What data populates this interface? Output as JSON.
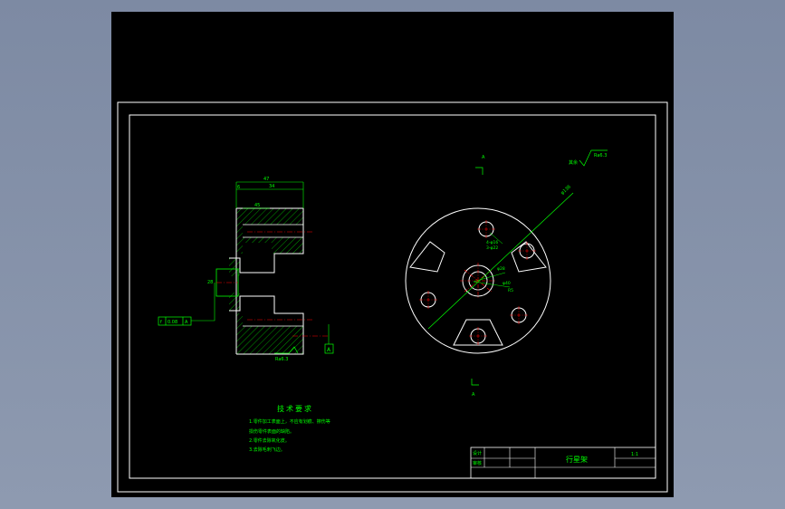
{
  "colors": {
    "background": "#000000",
    "frame": "#ffffff",
    "geometry": "#ffffff",
    "dimension": "#00ff00",
    "centerline": "#ff0000",
    "canvas_outside": "#8a96ad"
  },
  "section_view": {
    "dims": [
      "6",
      "47",
      "34",
      "45",
      "28"
    ],
    "roughness": "Ra6.3",
    "datum": "A",
    "tolerance_frame": [
      "f",
      "0.08",
      "A"
    ]
  },
  "circular_view": {
    "diameter_main": "φ136",
    "hole_labels": [
      "4-φ16",
      "3-φ22"
    ],
    "bore_dims": [
      "φ28",
      "φ40",
      "R5"
    ],
    "section_marks": [
      "A",
      "A"
    ],
    "roughness_label": "其余",
    "roughness_value": "Ra6.3"
  },
  "technical_requirements": {
    "title": "技术要求",
    "lines": [
      "1.零件加工表面上，不应有划痕、擦伤等",
      "损伤零件表面的缺陷。",
      "2.零件去除氧化皮。",
      "3.去除毛刺飞边。"
    ]
  },
  "title_block": {
    "part_name": "行星架",
    "scale": "1:1",
    "row_label_1": "设计",
    "row_label_2": "审核"
  }
}
